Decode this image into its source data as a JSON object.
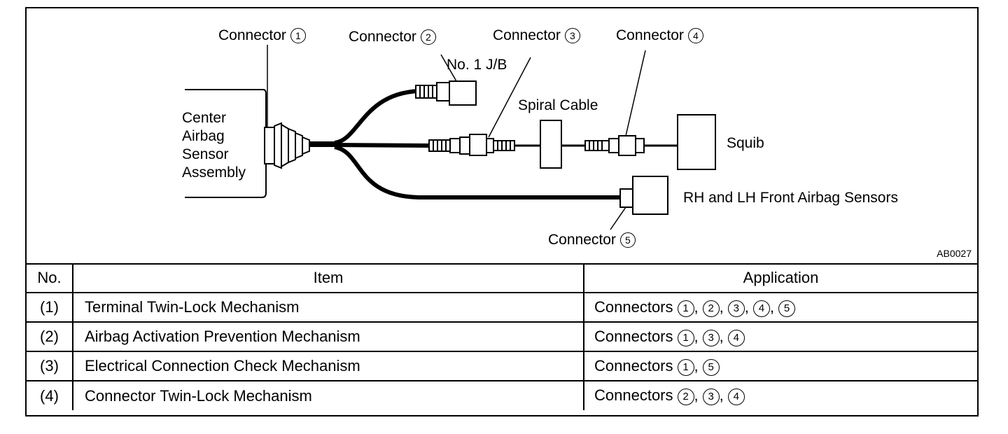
{
  "diagram": {
    "labels": {
      "connector1": {
        "text": "Connector",
        "num": "1"
      },
      "connector2": {
        "text": "Connector",
        "num": "2"
      },
      "connector3": {
        "text": "Connector",
        "num": "3"
      },
      "connector4": {
        "text": "Connector",
        "num": "4"
      },
      "connector5": {
        "text": "Connector",
        "num": "5"
      },
      "jb": "No. 1 J/B",
      "spiral_cable": "Spiral Cable",
      "squib": "Squib",
      "front_sensors": "RH and LH Front Airbag Sensors",
      "center_sensor_lines": [
        "Center",
        "Airbag",
        "Sensor",
        "Assembly"
      ]
    },
    "figure_code": "AB0027"
  },
  "table": {
    "headers": {
      "no": "No.",
      "item": "Item",
      "application": "Application"
    },
    "rows": [
      {
        "no": "(1)",
        "item": "Terminal Twin-Lock Mechanism",
        "prefix": "Connectors",
        "connectors": [
          "1",
          "2",
          "3",
          "4",
          "5"
        ]
      },
      {
        "no": "(2)",
        "item": "Airbag Activation Prevention Mechanism",
        "prefix": "Connectors",
        "connectors": [
          "1",
          "3",
          "4"
        ]
      },
      {
        "no": "(3)",
        "item": "Electrical Connection Check Mechanism",
        "prefix": "Connectors",
        "connectors": [
          "1",
          "5"
        ]
      },
      {
        "no": "(4)",
        "item": "Connector Twin-Lock Mechanism",
        "prefix": "Connectors",
        "connectors": [
          "2",
          "3",
          "4"
        ]
      }
    ]
  }
}
